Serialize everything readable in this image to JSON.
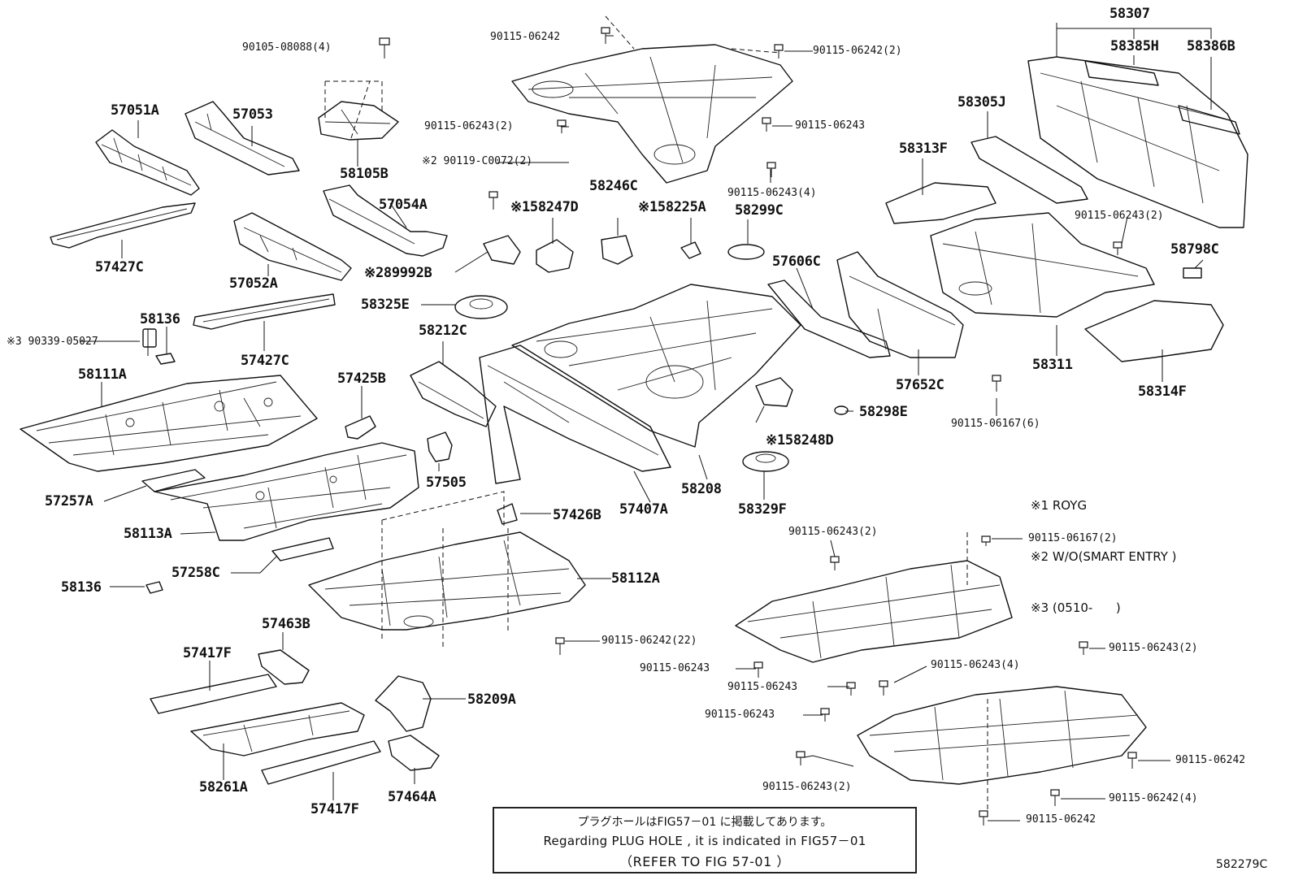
{
  "labels": [
    {
      "id": "p58307",
      "text": "58307"
    },
    {
      "id": "p58385H",
      "text": "58385H"
    },
    {
      "id": "p58386B",
      "text": "58386B"
    },
    {
      "id": "p58305J",
      "text": "58305J"
    },
    {
      "id": "p58313F",
      "text": "58313F"
    },
    {
      "id": "p58798C",
      "text": "58798C"
    },
    {
      "id": "p58311",
      "text": "58311"
    },
    {
      "id": "p58314F",
      "text": "58314F"
    },
    {
      "id": "p57606C",
      "text": "57606C"
    },
    {
      "id": "p57652C",
      "text": "57652C"
    },
    {
      "id": "p58298E",
      "text": "58298E"
    },
    {
      "id": "p58299C",
      "text": "58299C"
    },
    {
      "id": "p58225A",
      "text": "※158225A"
    },
    {
      "id": "p58246C",
      "text": "58246C"
    },
    {
      "id": "p58247D",
      "text": "※158247D"
    },
    {
      "id": "p89992B",
      "text": "※289992B"
    },
    {
      "id": "p58325E",
      "text": "58325E"
    },
    {
      "id": "p58212C",
      "text": "58212C"
    },
    {
      "id": "p58248D",
      "text": "※158248D"
    },
    {
      "id": "p58329F",
      "text": "58329F"
    },
    {
      "id": "p58208",
      "text": "58208"
    },
    {
      "id": "p57407A",
      "text": "57407A"
    },
    {
      "id": "p57505",
      "text": "57505"
    },
    {
      "id": "p57426B",
      "text": "57426B"
    },
    {
      "id": "p57051A",
      "text": "57051A"
    },
    {
      "id": "p57053",
      "text": "57053"
    },
    {
      "id": "p58105B",
      "text": "58105B"
    },
    {
      "id": "p57054A",
      "text": "57054A"
    },
    {
      "id": "p57052A",
      "text": "57052A"
    },
    {
      "id": "p57427C_1",
      "text": "57427C"
    },
    {
      "id": "p57427C_2",
      "text": "57427C"
    },
    {
      "id": "p58136_1",
      "text": "58136"
    },
    {
      "id": "p58111A",
      "text": "58111A"
    },
    {
      "id": "p57425B",
      "text": "57425B"
    },
    {
      "id": "p57257A",
      "text": "57257A"
    },
    {
      "id": "p58113A",
      "text": "58113A"
    },
    {
      "id": "p57258C",
      "text": "57258C"
    },
    {
      "id": "p58136_2",
      "text": "58136"
    },
    {
      "id": "p58112A",
      "text": "58112A"
    },
    {
      "id": "p57463B",
      "text": "57463B"
    },
    {
      "id": "p57417F_1",
      "text": "57417F"
    },
    {
      "id": "p58209A",
      "text": "58209A"
    },
    {
      "id": "p58261A",
      "text": "58261A"
    },
    {
      "id": "p57417F_2",
      "text": "57417F"
    },
    {
      "id": "p57464A",
      "text": "57464A"
    }
  ],
  "bolts": [
    {
      "id": "b1",
      "text": "90105-08088(4)"
    },
    {
      "id": "b2",
      "text": "90115-06242"
    },
    {
      "id": "b3",
      "text": "90115-06242(2)"
    },
    {
      "id": "b4",
      "text": "90115-06243(2)"
    },
    {
      "id": "b5",
      "text": "90115-06243"
    },
    {
      "id": "b6",
      "text": "※2 90119-C0072(2)"
    },
    {
      "id": "b7",
      "text": "90115-06243(4)"
    },
    {
      "id": "b8",
      "text": "90115-06243(2)"
    },
    {
      "id": "b9",
      "text": "※3 90339-05027"
    },
    {
      "id": "b10",
      "text": "90115-06167(6)"
    },
    {
      "id": "b11",
      "text": "90115-06243(2)"
    },
    {
      "id": "b12",
      "text": "90115-06167(2)"
    },
    {
      "id": "b13",
      "text": "90115-06242(22)"
    },
    {
      "id": "b14",
      "text": "90115-06243"
    },
    {
      "id": "b15",
      "text": "90115-06243(4)"
    },
    {
      "id": "b16",
      "text": "90115-06243(2)"
    },
    {
      "id": "b17",
      "text": "90115-06243"
    },
    {
      "id": "b18",
      "text": "90115-06243"
    },
    {
      "id": "b19",
      "text": "90115-06242"
    },
    {
      "id": "b20",
      "text": "90115-06243(2)"
    },
    {
      "id": "b21",
      "text": "90115-06242(4)"
    },
    {
      "id": "b22",
      "text": "90115-06242"
    }
  ],
  "legend": {
    "line1": "※1 ROYG",
    "line2": "※2 W/O(SMART ENTRY )",
    "line3": "※3 (0510-      )"
  },
  "note": {
    "line1": "プラグホールはFIG57－01 に掲載してあります。",
    "line2": "Regarding PLUG HOLE , it is indicated in FIG57－01",
    "line3": "（REFER TO FIG 57-01 ）"
  },
  "figure_id": "582279C"
}
